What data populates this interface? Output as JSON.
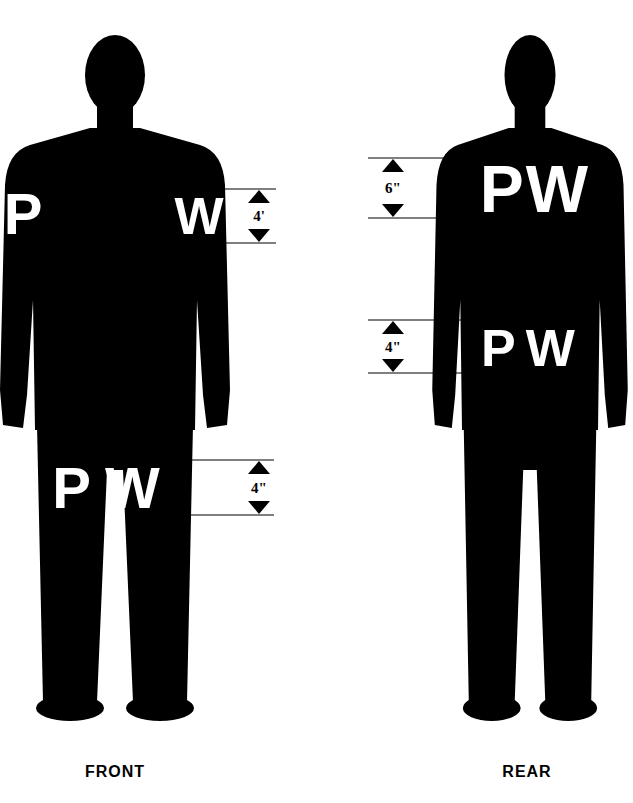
{
  "diagram": {
    "labels": [
      "P",
      "W",
      "4'",
      "PW",
      "4\"",
      "PW",
      "6\"",
      "PW",
      "4\"",
      "FRONT",
      "REAR"
    ]
  }
}
